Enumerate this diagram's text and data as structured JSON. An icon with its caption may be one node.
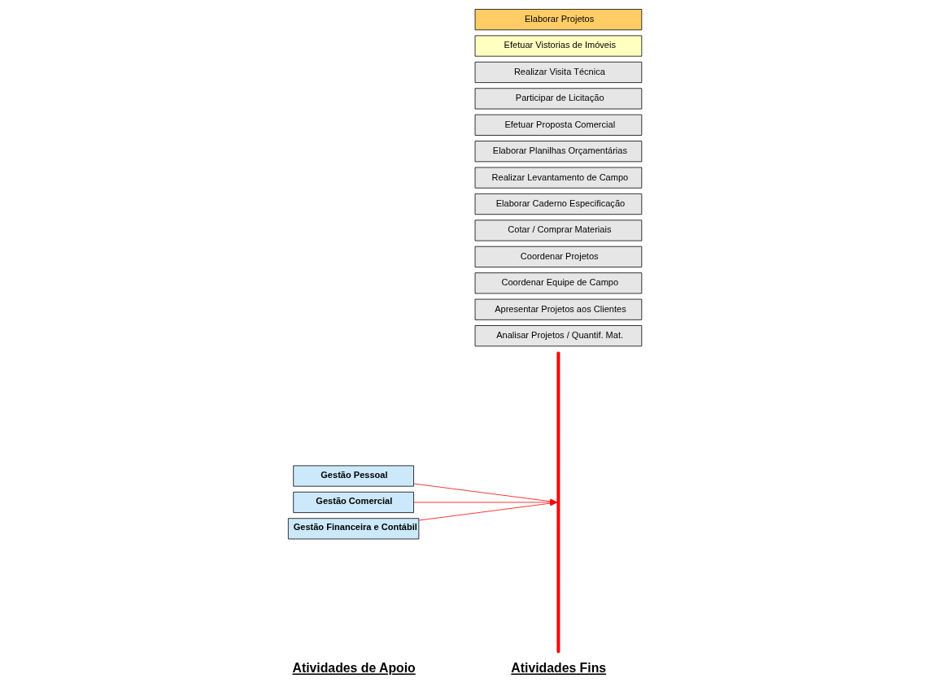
{
  "diagram": {
    "nodes": [
      {
        "text": [
          "Gestão Pessoal"
        ]
      },
      {
        "text": [
          "Gestão Comercial"
        ]
      },
      {
        "text": [
          "Gestão Financeira e Contábil"
        ]
      },
      {
        "text": [],
        "shape": "brace"
      },
      {
        "text": [
          "Analisar Projetos / Quantif. Mat."
        ]
      },
      {
        "text": [
          "Apresentar Projetos aos Clientes"
        ]
      },
      {
        "text": [
          "Coordenar Equipe de Campo"
        ]
      },
      {
        "text": [
          "Coordenar Projetos"
        ]
      },
      {
        "text": [
          "Cotar / Comprar Materiais"
        ]
      },
      {
        "text": [
          "Elaborar Caderno Especificação"
        ]
      },
      {
        "text": [
          "Realizar Levantamento de Campo"
        ]
      },
      {
        "text": [
          "Elaborar Planilhas Orçamentárias"
        ]
      },
      {
        "text": [
          "Efetuar Proposta Comercial"
        ]
      },
      {
        "text": [
          "Participar de Licitação"
        ]
      },
      {
        "text": [
          "Realizar Visita Técnica"
        ]
      },
      {
        "text": [
          "Efetuar Vistorias de Imóveis"
        ]
      },
      {
        "text": [
          "Elaborar Projetos"
        ]
      }
    ],
    "edges": [
      {
        "from": 0,
        "to": 3,
        "arrow": "to",
        "color": "#ff0000"
      },
      {
        "from": 1,
        "to": 3,
        "arrow": "to",
        "color": "#ff0000"
      },
      {
        "from": 2,
        "to": 3,
        "arrow": "to",
        "color": "#ff0000"
      }
    ],
    "labels": [
      "Atividades de Apoio",
      "Atividades Fins"
    ]
  }
}
